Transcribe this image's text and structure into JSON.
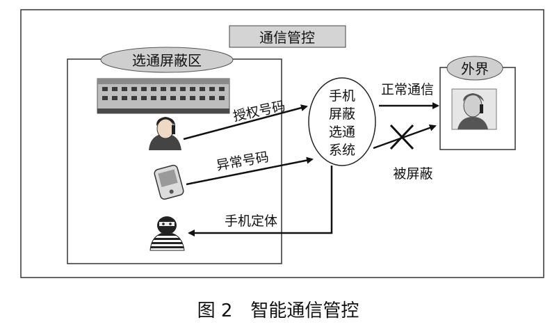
{
  "header_label": "通信管控",
  "zone_label": "选通屏蔽区",
  "controller": {
    "lines": [
      "手机",
      "屏蔽",
      "选通",
      "系统"
    ]
  },
  "outside_label": "外界",
  "edges": {
    "authorized": "授权号码",
    "abnormal": "异常号码",
    "normal_comm": "正常通信",
    "blocked": "被屏蔽",
    "locate": "手机定体"
  },
  "caption": "图 2　智能通信管控",
  "icons": [
    "building-icon",
    "woman-phone-icon",
    "pda-icon",
    "thief-icon",
    "man-phone-icon",
    "cross-icon"
  ]
}
